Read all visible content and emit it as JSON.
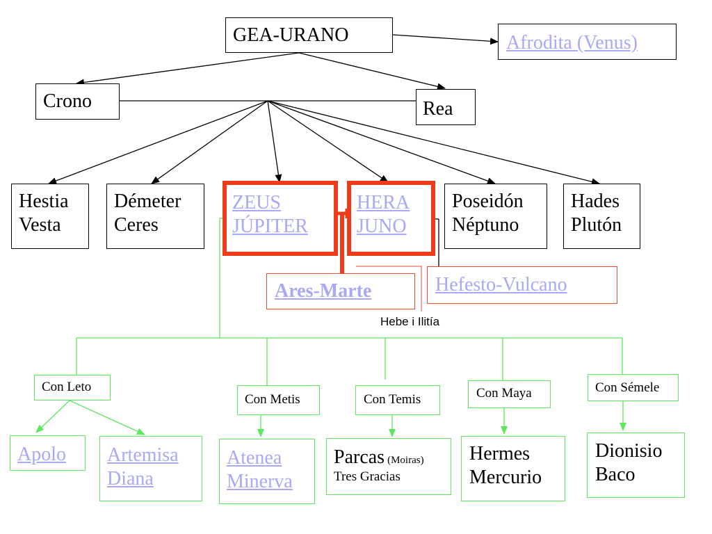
{
  "root": "GEA-URANO",
  "afrodita": "Afrodita (Venus)",
  "crono": "Crono",
  "rea": "Rea",
  "children": {
    "hestia": [
      "Hestia",
      "Vesta"
    ],
    "demeter": [
      "Démeter",
      "Ceres"
    ],
    "zeus": [
      "ZEUS",
      "JÚPITER"
    ],
    "hera": [
      "HERA",
      "JUNO"
    ],
    "poseidon": [
      "Poseidón",
      "Néptuno"
    ],
    "hades": [
      "Hades",
      "Plutón"
    ]
  },
  "ares": "Ares-Marte",
  "hefesto": "Hefesto-Vulcano",
  "hebe": "Hebe i Ilitía",
  "unions": {
    "leto": "Con Leto",
    "metis": "Con Metis",
    "temis": "Con Temis",
    "maya": "Con Maya",
    "semele": "Con Sémele"
  },
  "offspring": {
    "apolo": "Apolo",
    "artemisa": [
      "Artemisa",
      "Diana"
    ],
    "atenea": [
      "Atenea",
      "Minerva"
    ],
    "parcas": "Parcas",
    "moiras": "(Moiras)",
    "gracias": "Tres Gracias",
    "hermes": [
      "Hermes",
      "Mercurio"
    ],
    "dionisio": [
      "Dionisio",
      "Baco"
    ]
  },
  "colors": {
    "black_line": "#000000",
    "green_line": "#5ee65e",
    "red_frame": "#ee3b1a",
    "link_text": "#a8a8f5"
  }
}
